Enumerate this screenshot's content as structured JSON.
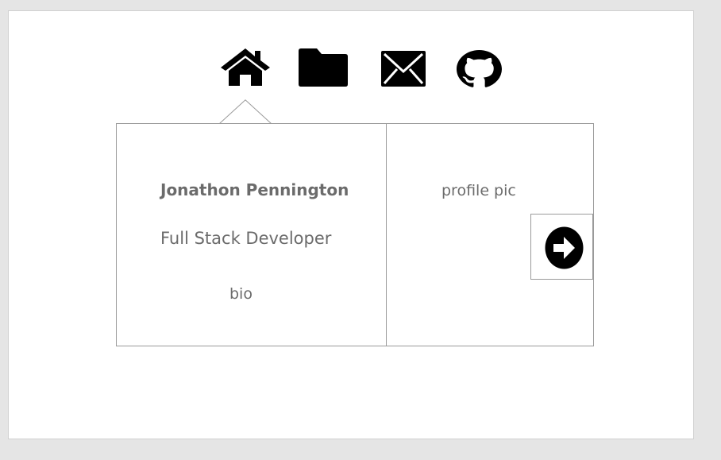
{
  "nav": {
    "icons": [
      {
        "name": "home-icon"
      },
      {
        "name": "folder-icon"
      },
      {
        "name": "mail-icon"
      },
      {
        "name": "github-icon"
      }
    ]
  },
  "profile": {
    "name": "Jonathon Pennington",
    "role": "Full Stack Developer",
    "bio": "bio",
    "picture_placeholder": "profile pic"
  },
  "colors": {
    "background": "#e5e5e5",
    "panel": "#ffffff",
    "text": "#6b6b6b",
    "border": "#9a9a9a",
    "icon": "#000000"
  }
}
